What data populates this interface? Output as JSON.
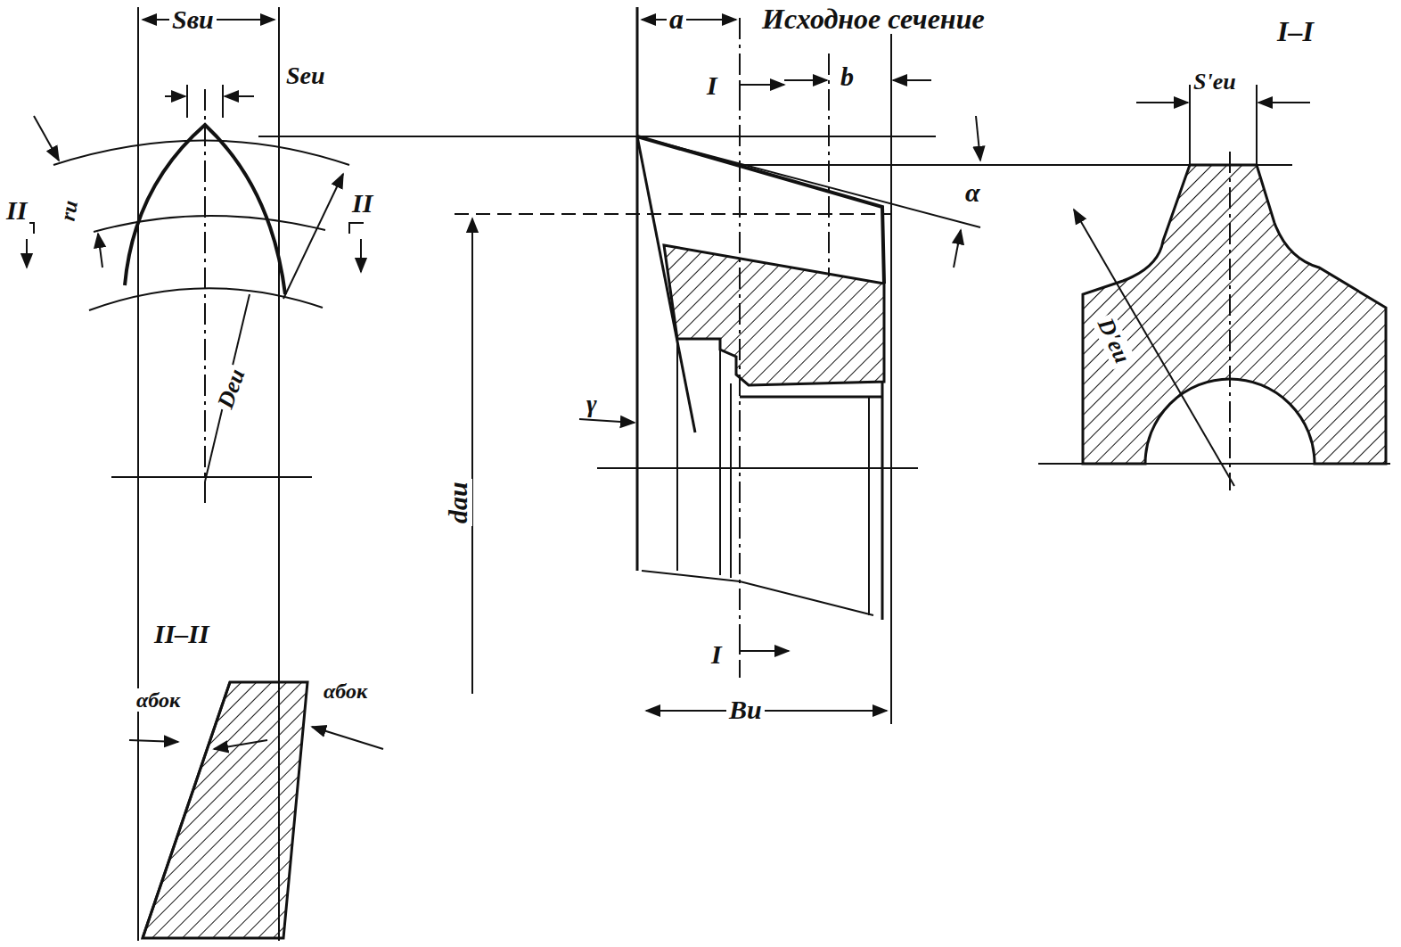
{
  "diagram": {
    "labels": [
      "Sви",
      "Sеи",
      "rи",
      "II",
      "II",
      "Dеи",
      "a",
      "Исходное сечение",
      "I",
      "b",
      "α",
      "γ",
      "dаи",
      "I",
      "Bи",
      "I–I",
      "S'еи",
      "D'еи",
      "II–II",
      "αбок",
      "αбок"
    ]
  }
}
